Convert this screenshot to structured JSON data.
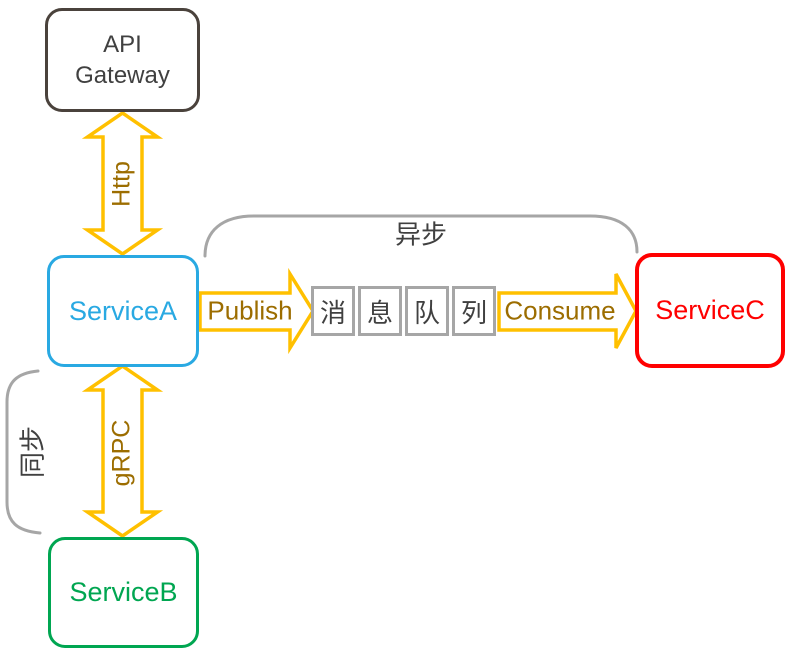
{
  "diagram": {
    "nodes": {
      "api_gateway": {
        "label": "API\nGateway",
        "border_color": "#4A423C",
        "text_color": "#404040"
      },
      "service_a": {
        "label": "ServiceA",
        "color": "#29A9E2"
      },
      "service_b": {
        "label": "ServiceB",
        "color": "#00A651"
      },
      "service_c": {
        "label": "ServiceC",
        "color": "#FF0000"
      }
    },
    "edges": {
      "http": {
        "label": "Http",
        "type": "double-arrow",
        "from": "api_gateway",
        "to": "service_a"
      },
      "grpc": {
        "label": "gRPC",
        "type": "double-arrow",
        "from": "service_a",
        "to": "service_b"
      },
      "publish": {
        "label": "Publish",
        "type": "arrow",
        "from": "service_a",
        "to": "message_queue"
      },
      "consume": {
        "label": "Consume",
        "type": "arrow",
        "from": "message_queue",
        "to": "service_c"
      }
    },
    "queue": {
      "cells": [
        "消",
        "息",
        "队",
        "列"
      ],
      "border_color": "#A6A6A6",
      "text_color": "#404040"
    },
    "annotations": {
      "async": {
        "label": "异步",
        "spans": "service_a to service_c"
      },
      "sync": {
        "label": "同步",
        "spans": "service_a to service_b"
      }
    },
    "colors": {
      "arrow_stroke": "#FFC000",
      "arrow_label": "#9C6D00",
      "bracket": "#A6A6A6",
      "dark_text": "#404040"
    }
  }
}
